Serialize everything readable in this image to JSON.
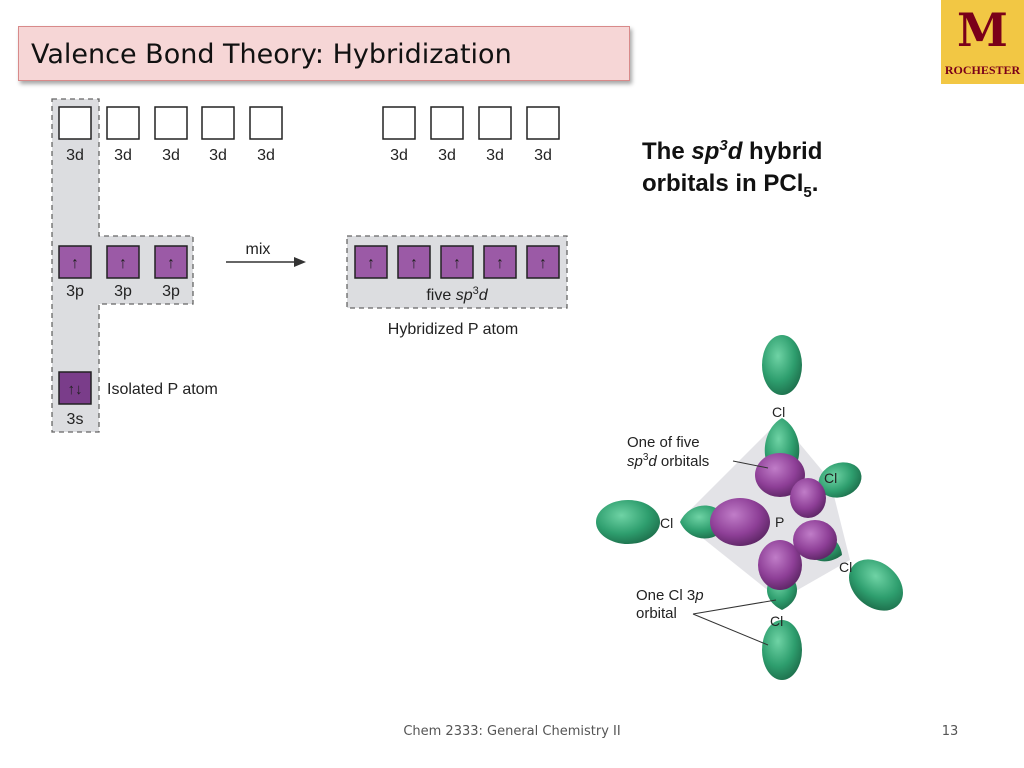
{
  "slide": {
    "title": "Valence Bond Theory: Hybridization",
    "logo_text": "ROCHESTER",
    "logo_letter": "M",
    "footer": "Chem 2333: General Chemistry II",
    "page_number": "13"
  },
  "caption": {
    "part1": "The ",
    "sp": "sp",
    "sup3": "3",
    "d": "d",
    "part2": " hybrid",
    "line2": "orbitals in PCl",
    "sub5": "5",
    "end": "."
  },
  "diagram": {
    "isolated_d_labels": [
      "3d",
      "3d",
      "3d",
      "3d",
      "3d"
    ],
    "isolated_p_labels": [
      "3p",
      "3p",
      "3p"
    ],
    "isolated_s_label": "3s",
    "isolated_label": "Isolated P atom",
    "mix_label": "mix",
    "hybrid_d_labels": [
      "3d",
      "3d",
      "3d",
      "3d"
    ],
    "hybrid_label_five": "five ",
    "hybrid_label_sp": "sp",
    "hybrid_label_3": "3",
    "hybrid_label_d": "d",
    "hybridized_label": "Hybridized P atom",
    "up_arrow": "↑",
    "paired_arrows": "↑↓",
    "colors": {
      "box_fill": "#9b5aa6",
      "s_fill": "#7a3d8a",
      "shade": "#dcdde0"
    }
  },
  "molecule": {
    "orbital_callout_line1": "One of five",
    "orbital_callout_sp": "sp",
    "orbital_callout_3": "3",
    "orbital_callout_d": "d",
    "orbital_callout_rest": " orbitals",
    "cl_callout_line1": "One Cl 3",
    "cl_callout_p": "p",
    "cl_callout_line2": "orbital",
    "center_atom": "P",
    "ligand": "Cl",
    "colors": {
      "green": "#2e9e6e",
      "purple": "#8e3f97"
    }
  }
}
